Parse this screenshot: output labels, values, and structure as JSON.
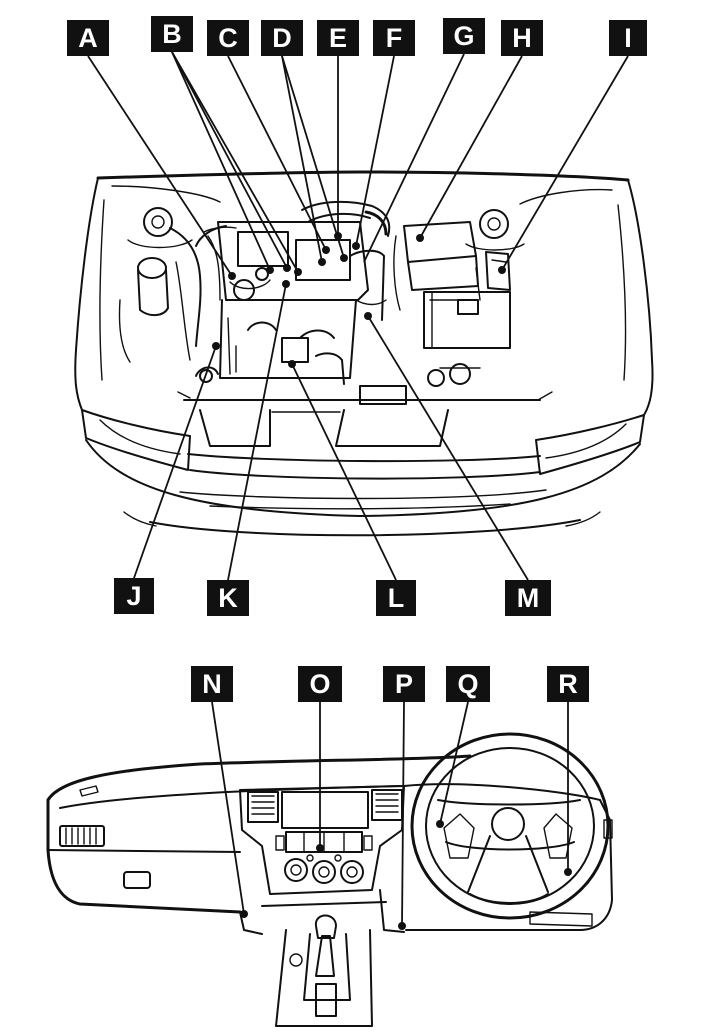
{
  "labels": {
    "A": "A",
    "B": "B",
    "C": "C",
    "D": "D",
    "E": "E",
    "F": "F",
    "G": "G",
    "H": "H",
    "I": "I",
    "J": "J",
    "K": "K",
    "L": "L",
    "M": "M",
    "N": "N",
    "O": "O",
    "P": "P",
    "Q": "Q",
    "R": "R"
  },
  "colors": {
    "ink": "#111111",
    "paper": "#ffffff"
  }
}
